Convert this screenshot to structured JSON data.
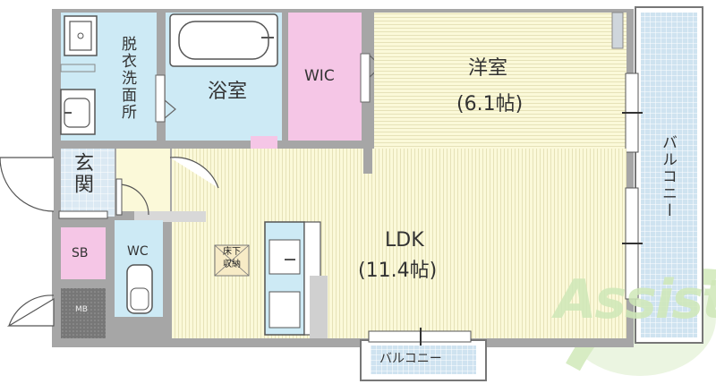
{
  "rooms": {
    "yoshitsu": {
      "name": "洋室",
      "size": "(6.1帖)"
    },
    "ldk": {
      "name": "LDK",
      "size": "(11.4帖)"
    },
    "yokushitsu": "浴室",
    "wic": "WIC",
    "datsui": "脱衣洗面所",
    "genkan": "玄関",
    "sb": "SB",
    "wc": "WC",
    "mb": "MB",
    "balcony_right": "バルコニー",
    "balcony_bottom": "バルコニー",
    "yukashita_line1": "床下",
    "yukashita_line2": "収納"
  },
  "logo": {
    "text": "Assist"
  },
  "colors": {
    "wall": "#999999",
    "blue": "#cdeaf5",
    "pink": "#f5c6e6",
    "cream": "#fbf9d9",
    "balcony": "#cfe3f0",
    "gray_tile": "#777777",
    "logo_green": "#cfe8b8"
  }
}
